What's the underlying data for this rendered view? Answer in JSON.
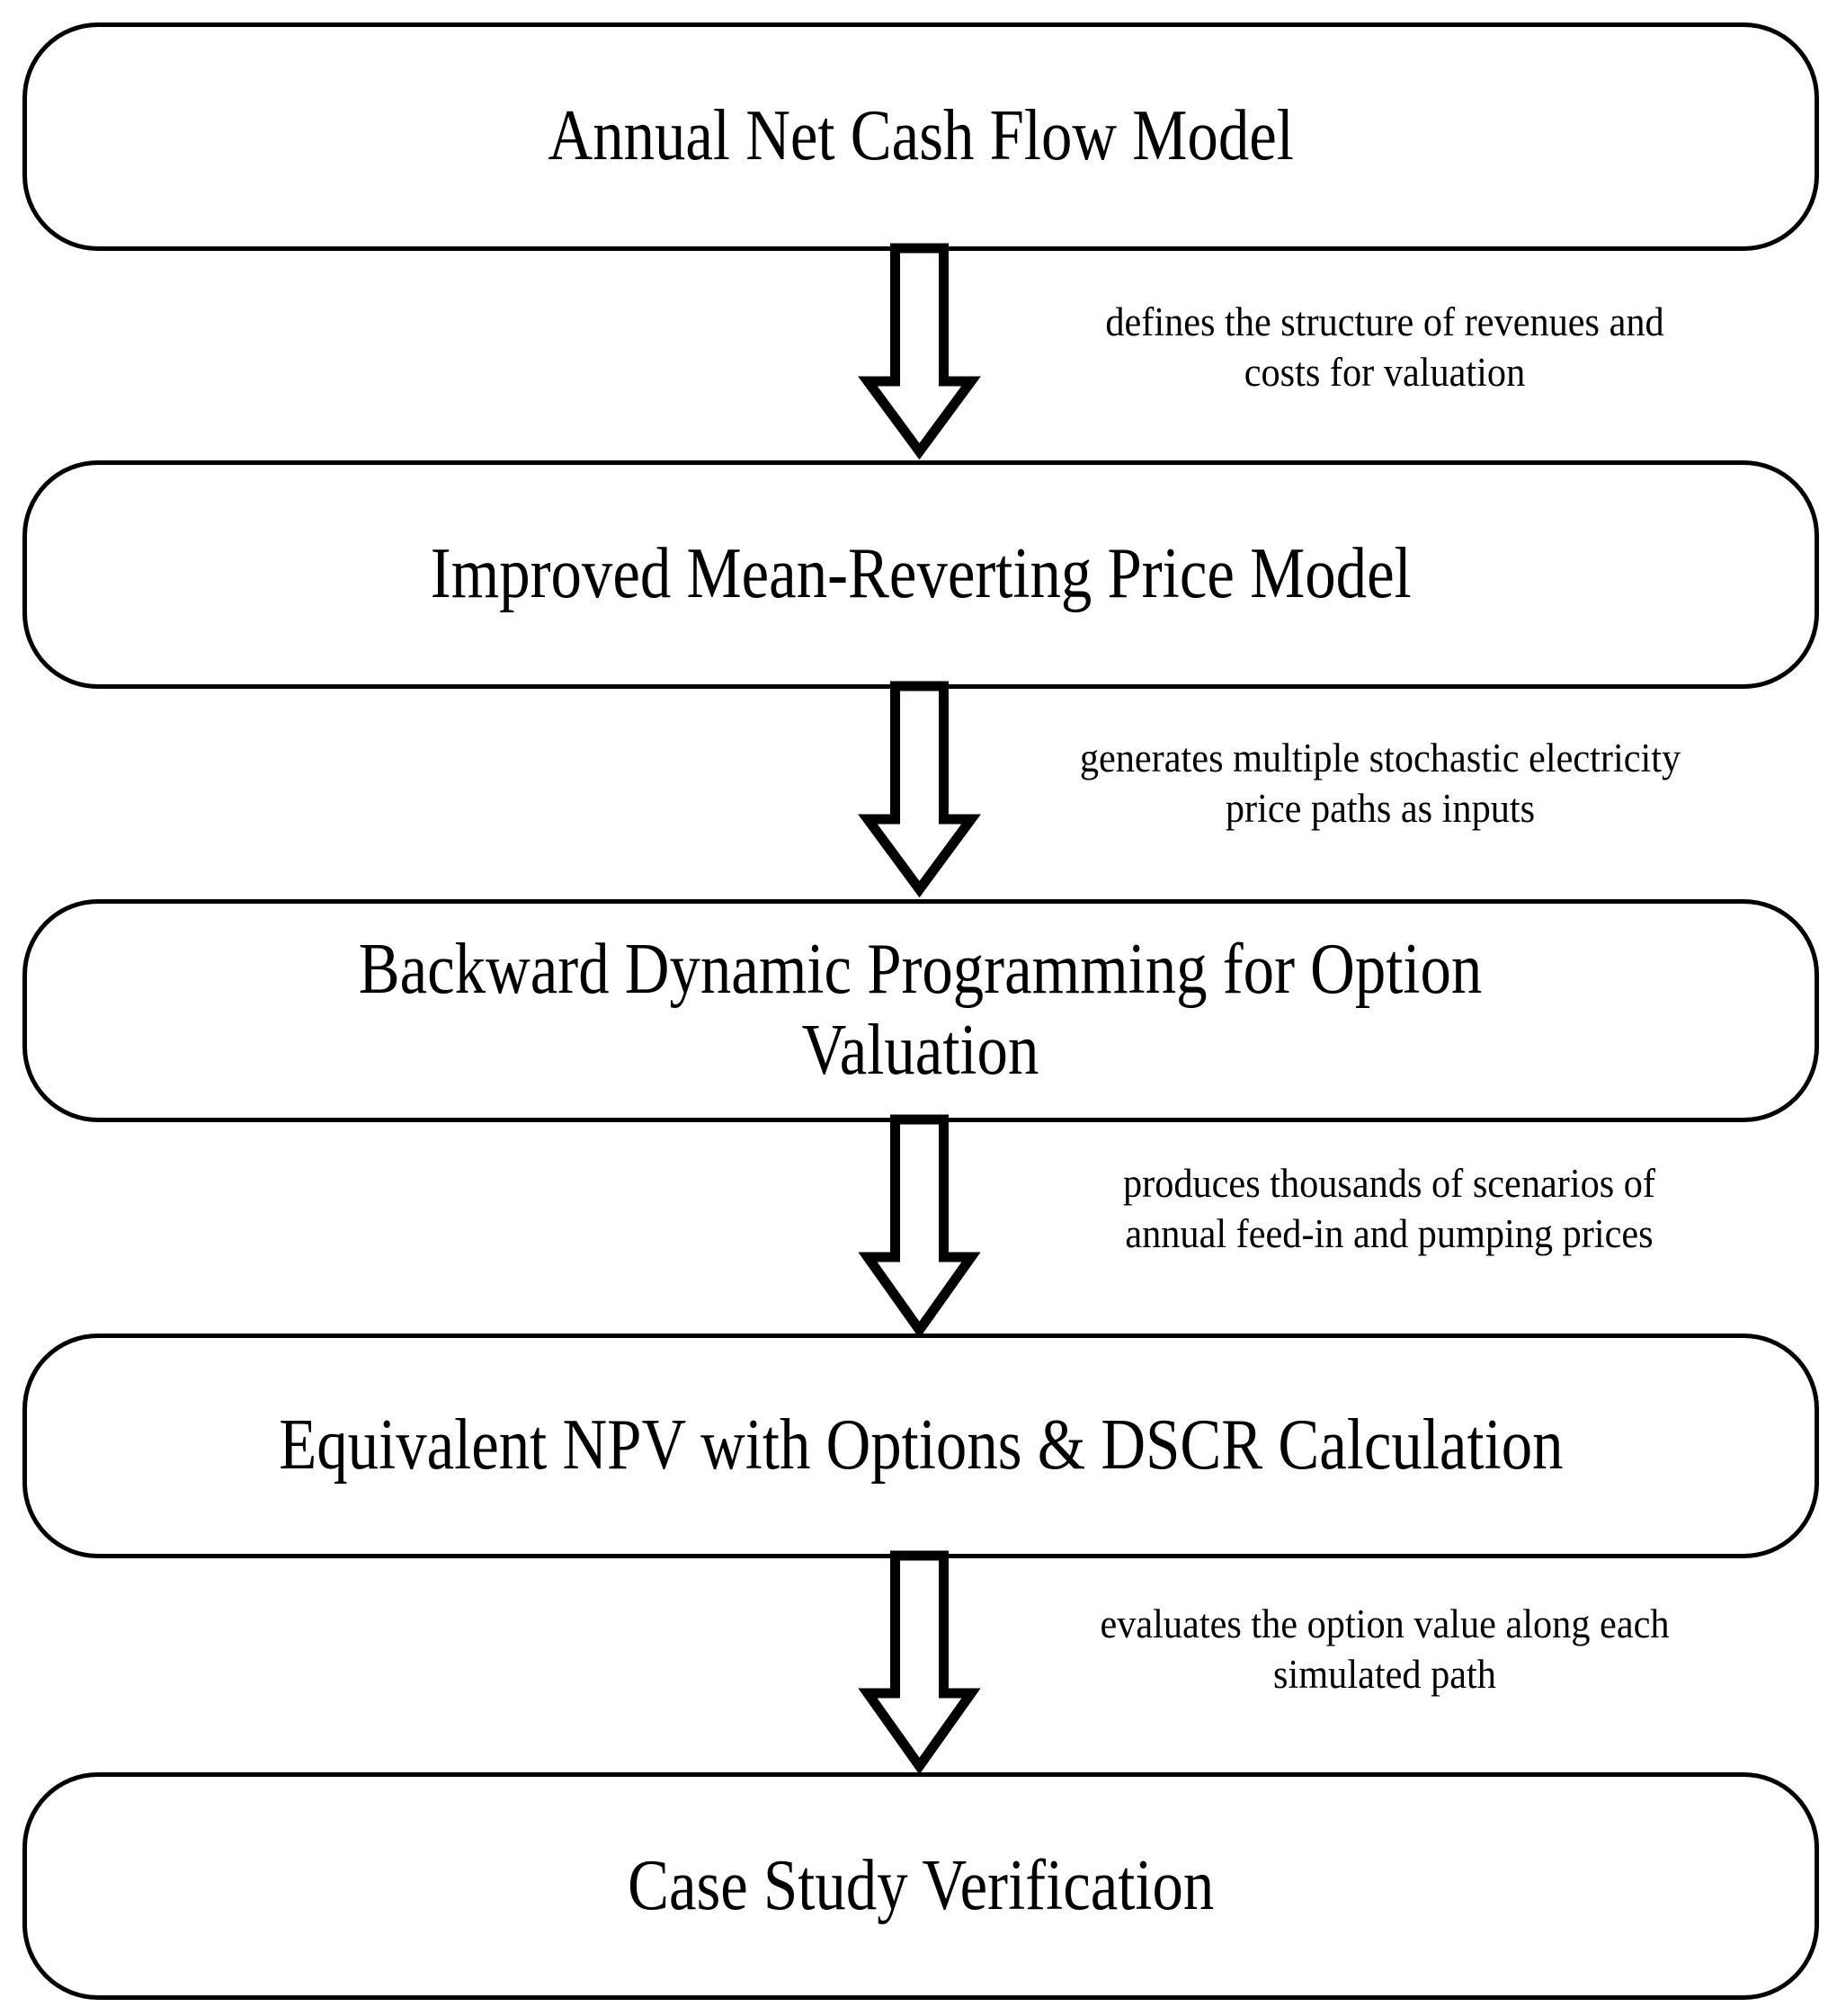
{
  "diagram": {
    "title": "Annual Net Cash Flow Model flowchart",
    "background_color": "#ffffff",
    "stroke_color": "#000000",
    "text_color": "#000000",
    "nodes": [
      {
        "id": "node-1",
        "label": "Annual Net Cash Flow Model"
      },
      {
        "id": "node-2",
        "label": "Improved Mean-Reverting Price Model"
      },
      {
        "id": "node-3",
        "label": "Backward Dynamic Programming for Option\nValuation"
      },
      {
        "id": "node-4",
        "label": "Equivalent NPV with Options & DSCR Calculation"
      },
      {
        "id": "node-5",
        "label": "Case Study Verification"
      }
    ],
    "edges": [
      {
        "id": "edge-1",
        "from": "node-1",
        "to": "node-2",
        "label": "defines the structure of revenues and\ncosts for valuation"
      },
      {
        "id": "edge-2",
        "from": "node-2",
        "to": "node-3",
        "label": "generates multiple stochastic electricity\nprice paths as inputs"
      },
      {
        "id": "edge-3",
        "from": "node-3",
        "to": "node-4",
        "label": "produces thousands of scenarios of\nannual feed-in and pumping prices"
      },
      {
        "id": "edge-4",
        "from": "node-4",
        "to": "node-5",
        "label": "evaluates the option value along each\nsimulated path"
      }
    ]
  }
}
